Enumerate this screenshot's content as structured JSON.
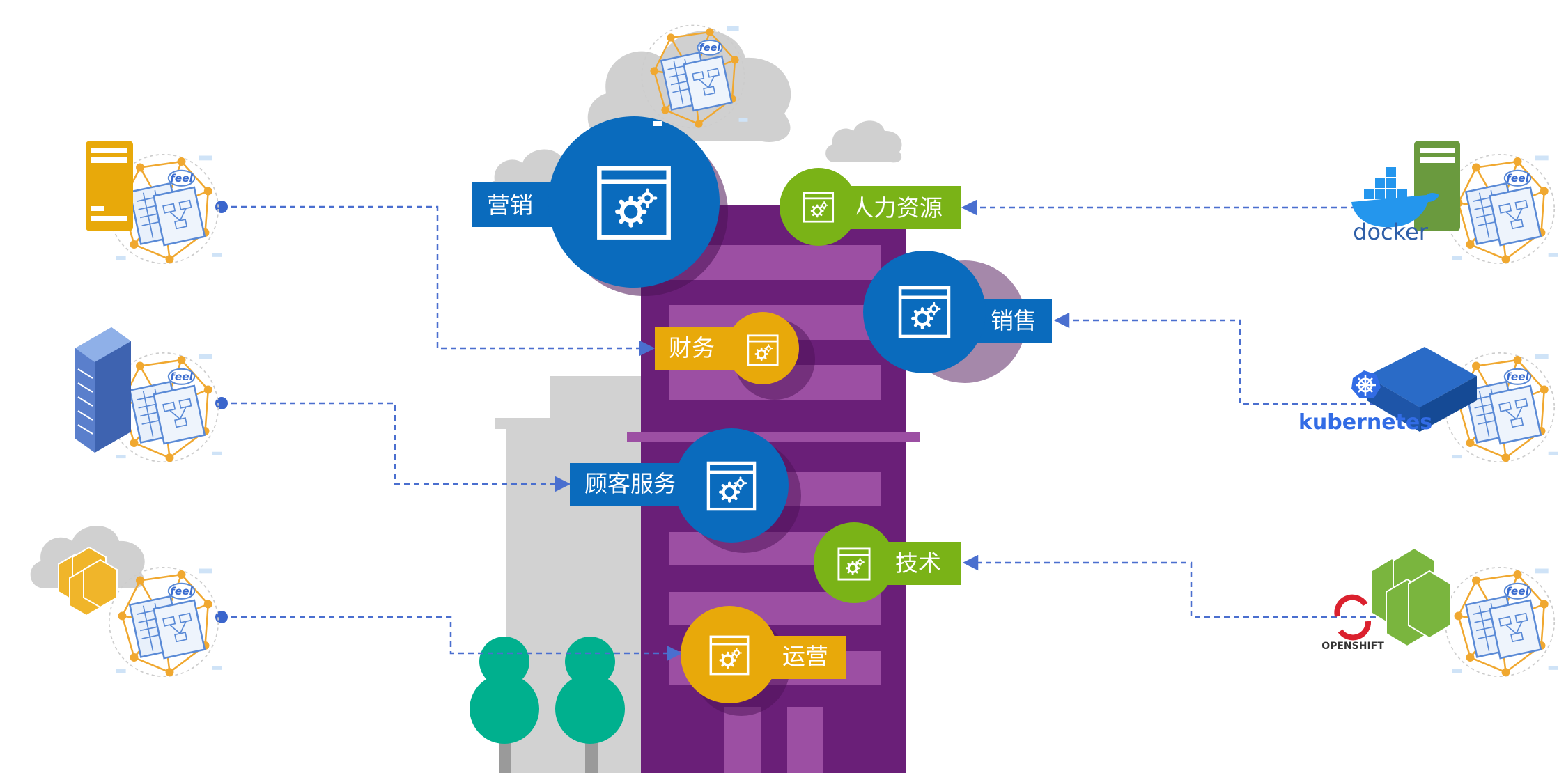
{
  "labels": {
    "marketing": "营销",
    "hr": "人力资源",
    "sales": "销售",
    "finance": "财务",
    "customer_service": "顾客服务",
    "tech": "技术",
    "operations": "运营"
  },
  "platforms": {
    "docker": "docker",
    "kubernetes": "kubernetes",
    "openshift": "OPENSHIFT"
  },
  "icon_text": {
    "feel": "feel"
  },
  "colors": {
    "purple_building": "#6a1f78",
    "purple_stripe": "#9c4fa3",
    "gray_building": "#d2d2d2",
    "cloud": "#cfcfcf",
    "blue": "#0a6bbd",
    "green": "#7ab317",
    "amber": "#e8a90a",
    "tree": "#00b08e",
    "connector": "#4a6fcf",
    "docker_blue": "#2496ed",
    "k8s_blue": "#326ce5",
    "openshift_red": "#db212e",
    "server_green": "#6a9a3e",
    "rack_blue": "#4a75c8"
  }
}
